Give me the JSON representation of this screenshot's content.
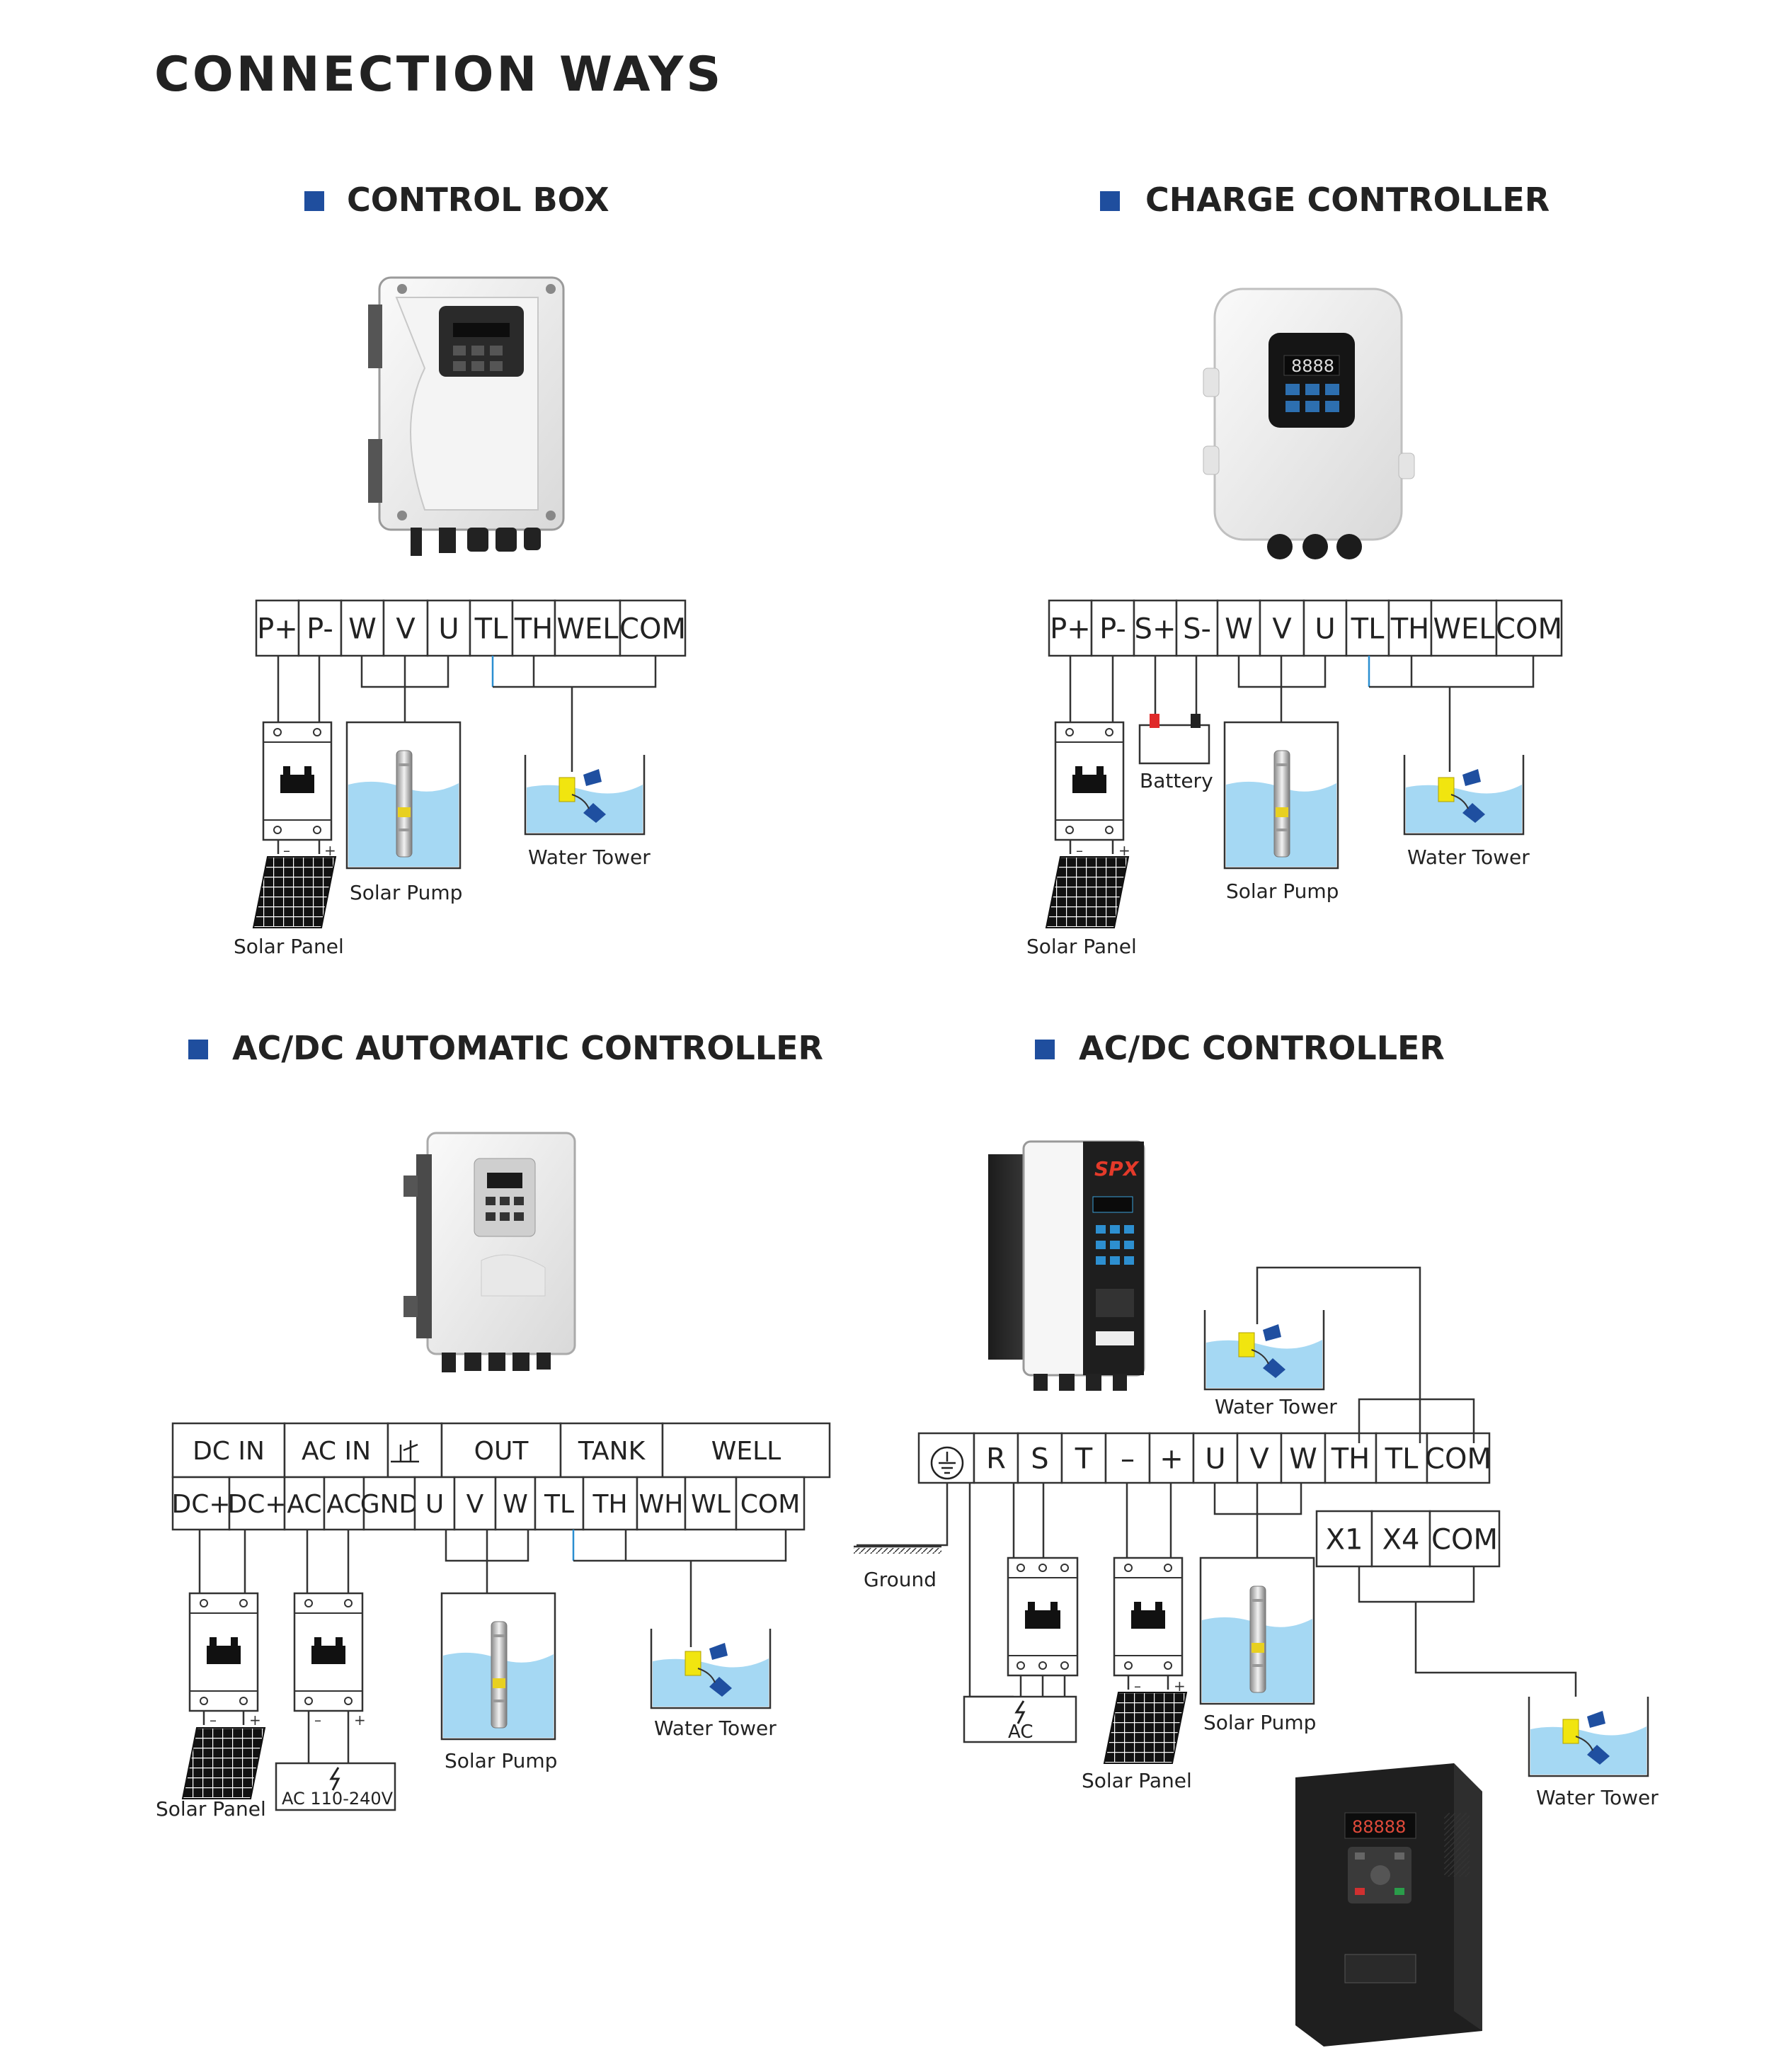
{
  "page_title": "CONNECTION WAYS",
  "colors": {
    "accent": "#1f4e9e",
    "water": "#a5d8f3",
    "text": "#222222",
    "line": "#333333",
    "float_yellow": "#f1e50f",
    "float_blue": "#1f4fa0",
    "battery_red": "#e02a2a"
  },
  "sections": {
    "control_box": {
      "title": "CONTROL BOX",
      "terminals": [
        "P+",
        "P-",
        "W",
        "V",
        "U",
        "TL",
        "TH",
        "WEL",
        "COM"
      ],
      "solar_panel_label": "Solar Panel",
      "pump_label": "Solar Pump",
      "tower_label": "Water Tower",
      "minus": "–",
      "plus": "+"
    },
    "charge_controller": {
      "title": "CHARGE CONTROLLER",
      "terminals": [
        "P+",
        "P-",
        "S+",
        "S-",
        "W",
        "V",
        "U",
        "TL",
        "TH",
        "WEL",
        "COM"
      ],
      "battery_label": "Battery",
      "solar_panel_label": "Solar Panel",
      "pump_label": "Solar Pump",
      "tower_label": "Water Tower",
      "display": "8888",
      "minus": "–",
      "plus": "+"
    },
    "acdc_automatic": {
      "title": "AC/DC AUTOMATIC CONTROLLER",
      "groups": [
        "DC IN",
        "AC IN",
        "",
        "OUT",
        "TANK",
        "WELL"
      ],
      "terminals": [
        "DC+",
        "DC+",
        "AC",
        "AC",
        "GND",
        "U",
        "V",
        "W",
        "TL",
        "TH",
        "WH",
        "WL",
        "COM"
      ],
      "solar_panel_label": "Solar Panel",
      "ac_label": "AC 110-240V",
      "pump_label": "Solar Pump",
      "tower_label": "Water Tower",
      "minus": "–",
      "plus": "+"
    },
    "acdc_controller": {
      "title": "AC/DC CONTROLLER",
      "terminals": [
        "",
        "R",
        "S",
        "T",
        "–",
        "+",
        "U",
        "V",
        "W",
        "TH",
        "TL",
        "COM"
      ],
      "aux_terminals": [
        "X1",
        "X4",
        "COM"
      ],
      "ground_label": "Ground",
      "ac_label": "AC",
      "solar_panel_label": "Solar Panel",
      "pump_label": "Solar Pump",
      "tower_top_label": "Water Tower",
      "tower_bottom_label": "Water Tower",
      "brand": "SPX",
      "vfd_display": "88888",
      "minus": "–",
      "plus": "+"
    }
  }
}
